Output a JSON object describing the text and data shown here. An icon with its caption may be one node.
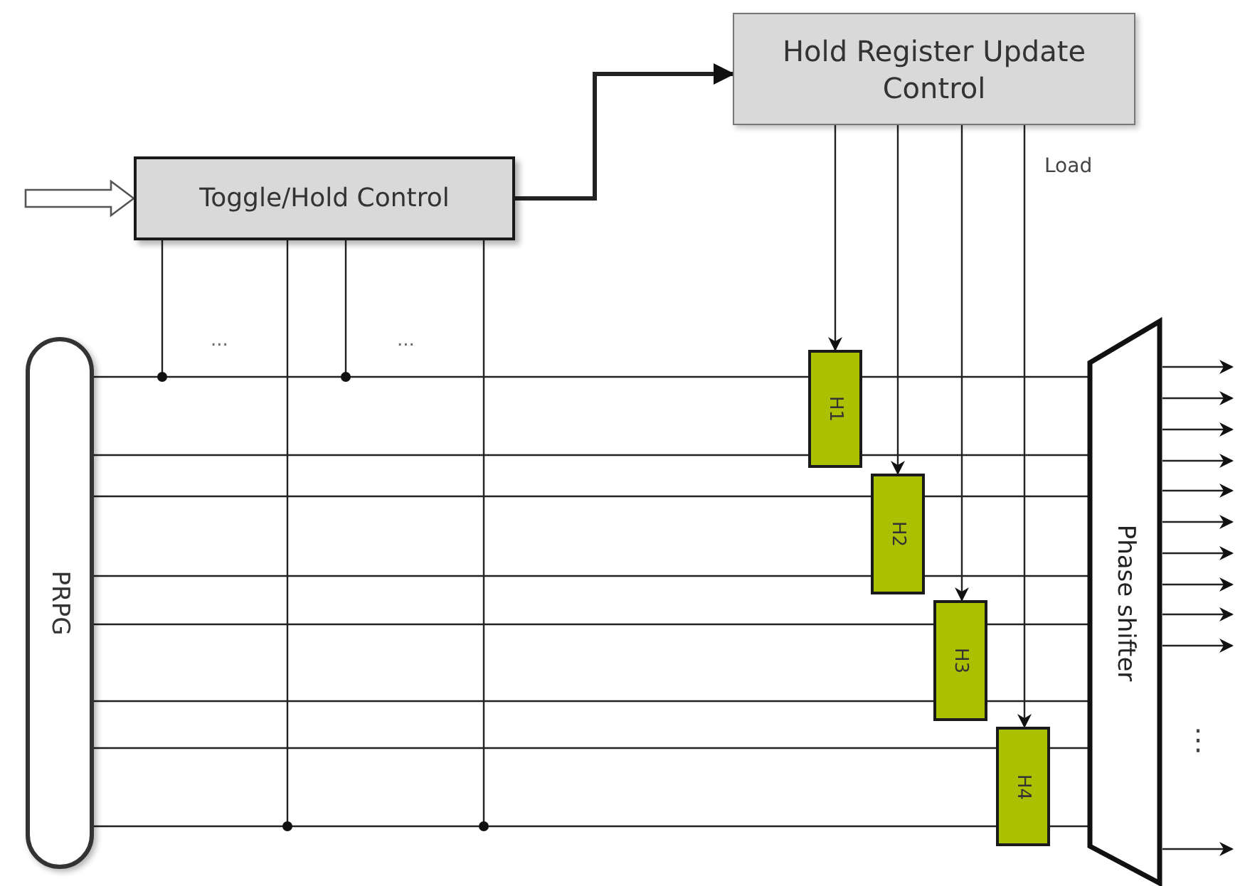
{
  "diagram": {
    "nodes": [
      {
        "text": [
          "Toggle/Hold Control"
        ]
      },
      {
        "text": [
          "Hold Register Update Control"
        ]
      },
      {
        "text": [
          "PRPG"
        ]
      },
      {
        "text": [
          "H1"
        ]
      },
      {
        "text": [
          "H2"
        ]
      },
      {
        "text": [
          "H3"
        ]
      },
      {
        "text": [
          "H4"
        ]
      },
      {
        "text": [
          "Phase shifter"
        ]
      }
    ],
    "edges": [
      {
        "from": null,
        "to": 0,
        "arrow": "to"
      },
      {
        "from": 0,
        "to": 1,
        "arrow": "to",
        "style": "thick"
      },
      {
        "from": 1,
        "to": 3,
        "arrow": "to"
      },
      {
        "from": 1,
        "to": 4,
        "arrow": "to"
      },
      {
        "from": 1,
        "to": 5,
        "arrow": "to"
      },
      {
        "from": 1,
        "to": 6,
        "arrow": "to",
        "label": "Load"
      },
      {
        "from": 2,
        "to": 3,
        "arrow": "none"
      },
      {
        "from": 3,
        "to": 7,
        "arrow": "none"
      },
      {
        "from": 2,
        "to": 3,
        "arrow": "none"
      },
      {
        "from": 3,
        "to": 7,
        "arrow": "none"
      },
      {
        "from": 2,
        "to": 4,
        "arrow": "none"
      },
      {
        "from": 4,
        "to": 7,
        "arrow": "none"
      },
      {
        "from": 2,
        "to": 4,
        "arrow": "none"
      },
      {
        "from": 4,
        "to": 7,
        "arrow": "none"
      },
      {
        "from": 2,
        "to": 5,
        "arrow": "none"
      },
      {
        "from": 5,
        "to": 7,
        "arrow": "none"
      },
      {
        "from": 2,
        "to": 5,
        "arrow": "none"
      },
      {
        "from": 5,
        "to": 7,
        "arrow": "none"
      },
      {
        "from": 2,
        "to": 6,
        "arrow": "none"
      },
      {
        "from": 6,
        "to": 7,
        "arrow": "none"
      },
      {
        "from": 2,
        "to": 6,
        "arrow": "none"
      },
      {
        "from": 6,
        "to": 7,
        "arrow": "none"
      },
      {
        "from": 0,
        "to": null,
        "arrow": "other"
      },
      {
        "from": 0,
        "to": null,
        "arrow": "other"
      },
      {
        "from": 0,
        "to": null,
        "arrow": "other"
      },
      {
        "from": 0,
        "to": null,
        "arrow": "other"
      },
      {
        "from": 7,
        "to": null,
        "arrow": "to"
      },
      {
        "from": 7,
        "to": null,
        "arrow": "to"
      },
      {
        "from": 7,
        "to": null,
        "arrow": "to"
      },
      {
        "from": 7,
        "to": null,
        "arrow": "to"
      },
      {
        "from": 7,
        "to": null,
        "arrow": "to"
      },
      {
        "from": 7,
        "to": null,
        "arrow": "to"
      },
      {
        "from": 7,
        "to": null,
        "arrow": "to"
      },
      {
        "from": 7,
        "to": null,
        "arrow": "to"
      },
      {
        "from": 7,
        "to": null,
        "arrow": "to"
      },
      {
        "from": 7,
        "to": null,
        "arrow": "to"
      },
      {
        "from": 7,
        "to": null,
        "arrow": "to"
      }
    ],
    "labels": [
      "...",
      "...",
      "⋮"
    ]
  }
}
